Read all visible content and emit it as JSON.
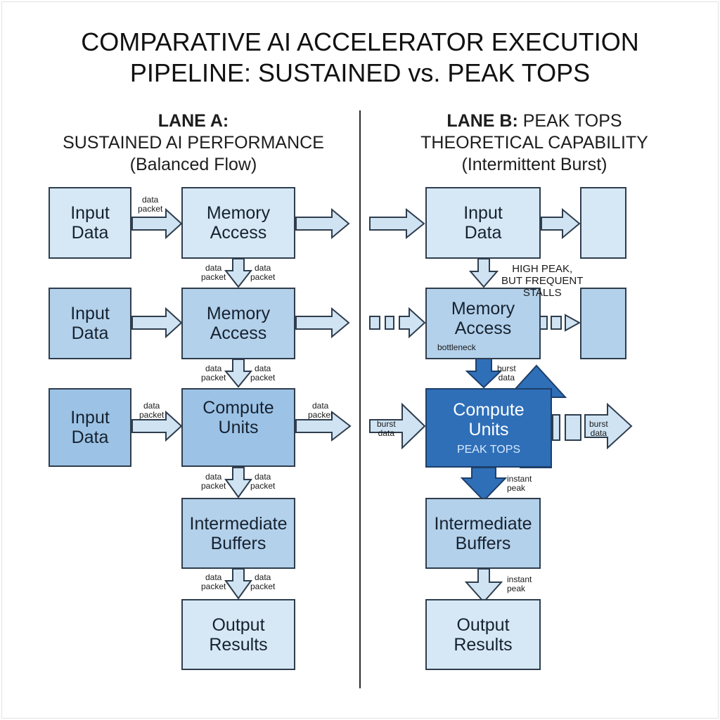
{
  "title": {
    "line1": "COMPARATIVE AI ACCELERATOR EXECUTION",
    "line2": "PIPELINE:  SUSTAINED vs. PEAK TOPS"
  },
  "lane_a": {
    "heading_bold": "LANE A:",
    "heading_line2": "SUSTAINED AI PERFORMANCE",
    "heading_line3": "(Balanced Flow)",
    "input_top": [
      "Input",
      "Data"
    ],
    "input_mid": [
      "Input",
      "Data"
    ],
    "input_low": [
      "Input",
      "Data"
    ],
    "memory_top": [
      "Memory",
      "Access"
    ],
    "memory_mid": [
      "Memory",
      "Access"
    ],
    "compute": [
      "Compute",
      "Units"
    ],
    "buffers": [
      "Intermediate",
      "Buffers"
    ],
    "output": [
      "Output",
      "Results"
    ],
    "packet_label": [
      "data",
      "packet"
    ]
  },
  "lane_b": {
    "heading_bold": "LANE B:",
    "heading_rest": " PEAK TOPS",
    "heading_line2": "THEORETICAL CAPABILITY",
    "heading_line3": "(Intermittent Burst)",
    "input": [
      "Input",
      "Data"
    ],
    "memory": [
      "Memory",
      "Access"
    ],
    "compute": [
      "Compute",
      "Units"
    ],
    "compute_sub": "PEAK TOPS",
    "buffers": [
      "Intermediate",
      "Buffers"
    ],
    "output": [
      "Output",
      "Results"
    ],
    "stall_note": [
      "HIGH PEAK,",
      "BUT FREQUENT",
      "STALLS"
    ],
    "bottleneck": "bottleneck",
    "burst_label": [
      "burst",
      "data"
    ],
    "instant_label": [
      "instant",
      "peak"
    ]
  },
  "colors": {
    "pale": "#d6e8f5",
    "mid": "#b3d1eb",
    "deep": "#9cc3e6",
    "dark": "#2f6fb8",
    "arrow_fill": "#cfe3f3",
    "arrow_dark": "#2f6fb8"
  }
}
